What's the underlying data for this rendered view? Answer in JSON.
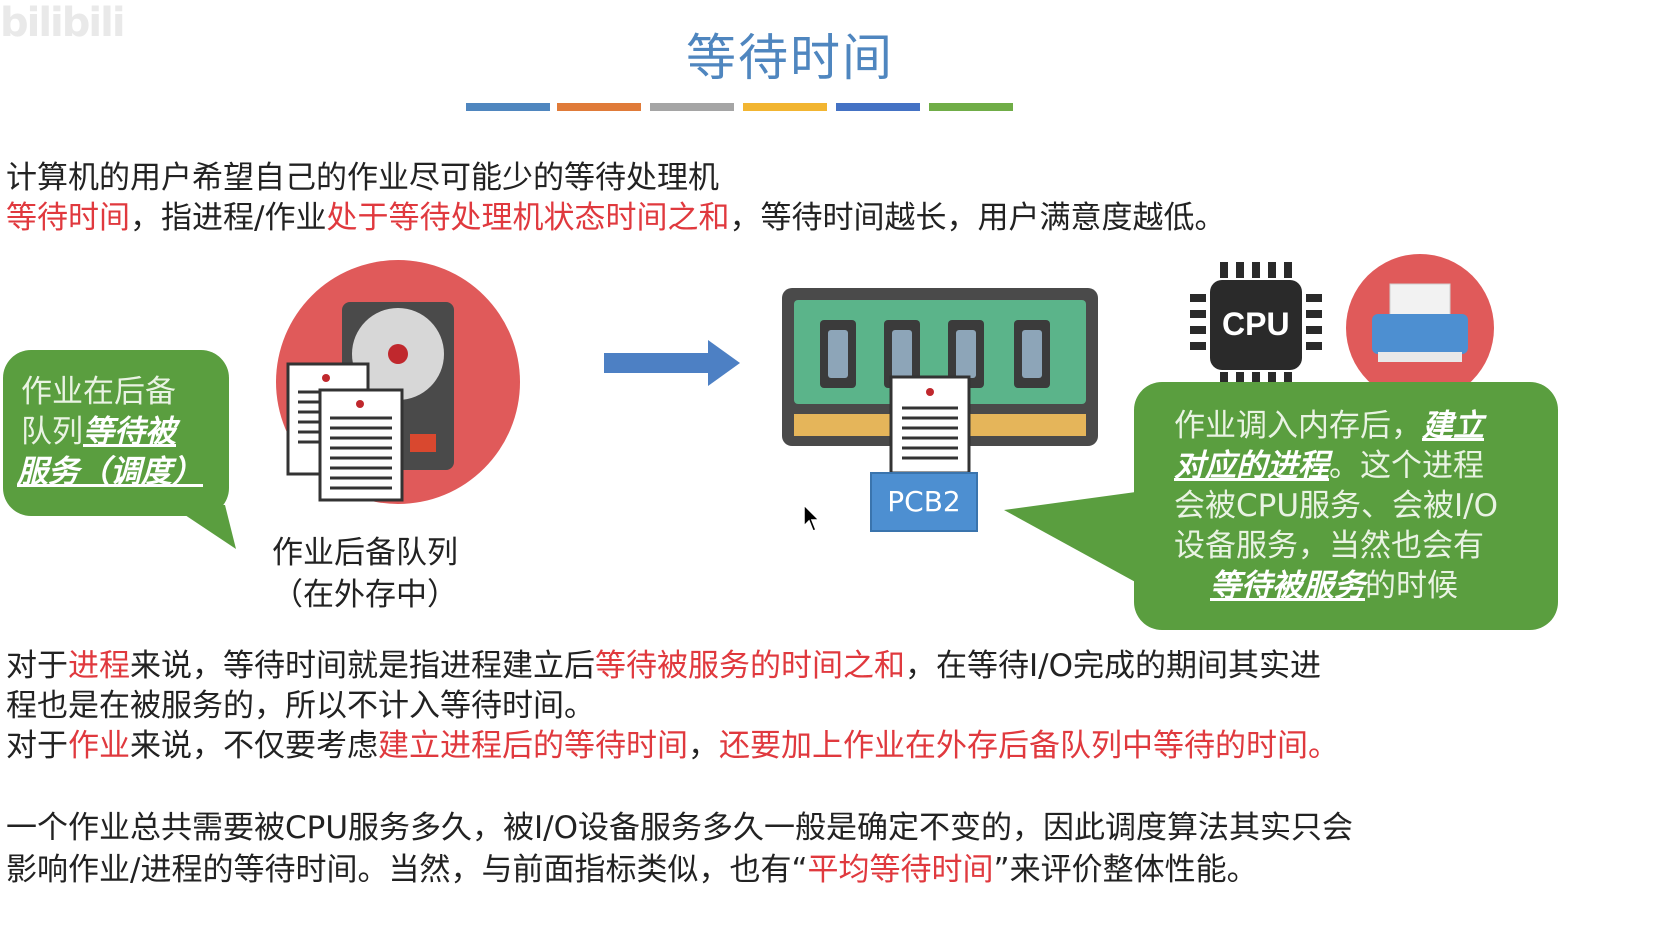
{
  "watermark": "bilibili",
  "title": "等待时间",
  "title_bar_colors": [
    "#4f86bf",
    "#e07b39",
    "#a5a5a5",
    "#f2b531",
    "#4472c4",
    "#70ad47"
  ],
  "intro": {
    "line1": "计算机的用户希望自己的作业尽可能少的等待处理机",
    "line2": {
      "p1": "等待时间",
      "p2": "，指进程/作业",
      "p3": "处于等待处理机状态时间之和",
      "p4": "，等待时间越长，用户满意度越低。"
    }
  },
  "left_bubble": {
    "l1": "作业在后备",
    "l2a": "队列",
    "l2b": "等待被",
    "l3": "服务（调度）"
  },
  "disk_caption": {
    "l1": "作业后备队列",
    "l2": "（在外存中）"
  },
  "memory": {
    "pcb_label": "PCB2"
  },
  "cpu_label": "CPU",
  "right_bubble": {
    "l1a": "作业调入内存后，",
    "l1b": "建立",
    "l2a": "对应的进程",
    "l2b": "。这个进程",
    "l3": "会被CPU服务、会被I/O",
    "l4": "设备服务，当然也会有",
    "l5a": "等待被服务",
    "l5b": "的时候"
  },
  "para1": {
    "a": "对于",
    "b": "进程",
    "c": "来说，等待时间就是指进程建立后",
    "d": "等待被服务的时间之和",
    "e": "，在等待I/O完成的期间其实进",
    "f": "程也是在被服务的，所以不计入等待时间。"
  },
  "para2": {
    "a": "对于",
    "b": "作业",
    "c": "来说，不仅要考虑",
    "d": "建立进程后的等待时间",
    "e": "，",
    "f": "还要加上作业在外存后备队列中等待的时间。"
  },
  "para3": {
    "l1": "一个作业总共需要被CPU服务多久，被I/O设备服务多久一般是确定不变的，因此调度算法其实只会",
    "l2a": "影响作业/进程的等待时间。当然，与前面指标类似，也有“",
    "l2b": "平均等待时间",
    "l2c": "”来评价整体性能。"
  }
}
